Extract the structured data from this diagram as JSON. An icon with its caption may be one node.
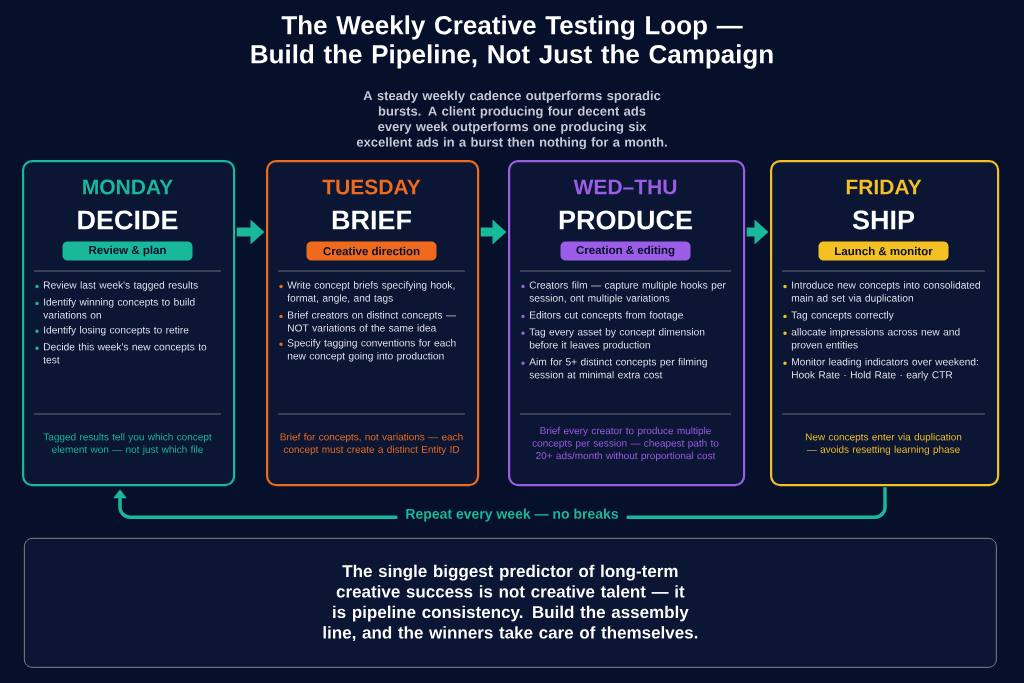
{
  "diagram": {
    "title": "The Weekly Creative Testing Loop — Build the Pipeline, Not Just the Campaign",
    "nodes": [
      {
        "text": [
          "MONDAY",
          "DECIDE",
          "Review & plan",
          "Review last week's tagged results",
          "Identify winning concepts to build variations on",
          "Identify losing concepts to retire",
          "Decide this week's new concepts to test",
          "Tagged results tell you which concept element won — not just which file"
        ]
      },
      {
        "text": [
          "TUESDAY",
          "BRIEF",
          "Creative direction",
          "Write concept briefs specifying hook, format, angle, and tags",
          "Brief creators on distinct concepts — NOT variations of the same idea",
          "Specify tagging conventions for each new concept going into production",
          "Brief for concepts, not variations — each concept must create a distinct Entity ID"
        ]
      },
      {
        "text": [
          "WED–THU",
          "PRODUCE",
          "Creation & editing",
          "Creators film — capture multiple hooks per session, ont multiple variations",
          "Editors cut concepts from footage",
          "Tag every asset by concept dimension before it leaves production",
          "Aim for 5+ distinct concepts per filming session at minimal extra cost",
          "Brief every creator to produce multiple concepts per session — cheapest path to 20+ ads/month without proportional cost"
        ]
      },
      {
        "text": [
          "FRIDAY",
          "SHIP",
          "Launch & monitor",
          "Introduce new concepts into consolidated main ad set via duplication",
          "Tag concepts correctly",
          "allocate impressions across new and proven entities",
          "Monitor leading indicators over weekend: Hook Rate · Hold Rate · early CTR",
          "New concepts enter via duplication — avoids resetting learning phase"
        ]
      },
      {
        "text": [
          "The single biggest predictor of long-term creative success is not creative talent — it is pipeline consistency. Build the assembly line, and the winners take care of themselves."
        ]
      }
    ],
    "edges": [
      {
        "from": 0,
        "to": 1,
        "arrow": "to"
      },
      {
        "from": 1,
        "to": 2,
        "arrow": "to"
      },
      {
        "from": 2,
        "to": 3,
        "arrow": "to"
      },
      {
        "from": 3,
        "to": 0,
        "arrow": "to",
        "label": "Repeat every week — no breaks"
      }
    ],
    "labels": [
      "A steady weekly cadence outperforms sporadic bursts. A client producing four decent ads every week outperforms one producing six excellent ads in a burst then nothing for a month."
    ]
  }
}
